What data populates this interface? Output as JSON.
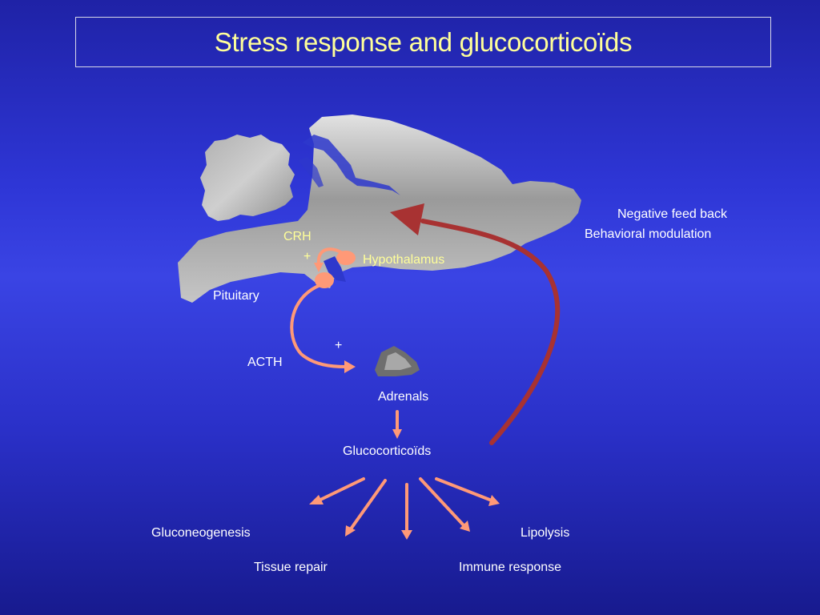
{
  "title": "Stress response and glucocorticoïds",
  "labels": {
    "crh": "CRH",
    "crh_plus": "+",
    "hypothalamus": "Hypothalamus",
    "pituitary": "Pituitary",
    "acth": "ACTH",
    "acth_plus": "+",
    "adrenals": "Adrenals",
    "glucocorticoids": "Glucocorticoïds",
    "negative_feedback": "Negative feed back",
    "behavioral_modulation": "Behavioral modulation",
    "gluconeogenesis": "Gluconeogenesis",
    "tissue_repair": "Tissue repair",
    "lipolysis": "Lipolysis",
    "immune_response": "Immune response"
  },
  "colors": {
    "title_text": "#ffff99",
    "label_text": "#ffffff",
    "crh_text": "#ffff99",
    "hormone_arrow": "#ff9977",
    "feedback_arrow": "#a83232",
    "brain_light": "#d8d8d8",
    "brain_dark": "#8c8c8c",
    "adrenal_outer": "#6e6e6e",
    "adrenal_inner": "#a8a8a8"
  }
}
